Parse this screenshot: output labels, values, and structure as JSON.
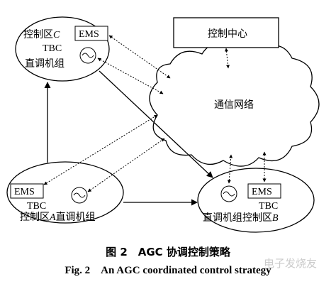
{
  "diagram": {
    "zone_c": {
      "label": "控制区",
      "letter": "C",
      "ems": "EMS",
      "tbc": "TBC",
      "unit": "直调机组"
    },
    "zone_a": {
      "label": "控制区",
      "letter": "A",
      "ems": "EMS",
      "tbc": "TBC",
      "unit": "直调机组"
    },
    "zone_b": {
      "label": "控制区",
      "letter": "B",
      "ems": "EMS",
      "tbc": "TBC",
      "unit": "直调机组"
    },
    "control_center": "控制中心",
    "network": "通信网络"
  },
  "caption": {
    "zh": "图 2　AGC 协调控制策略",
    "en": "Fig. 2　An AGC coordinated control strategy"
  },
  "watermark": "电子发烧友",
  "icons": [
    "generator-icon",
    "cloud-icon"
  ]
}
